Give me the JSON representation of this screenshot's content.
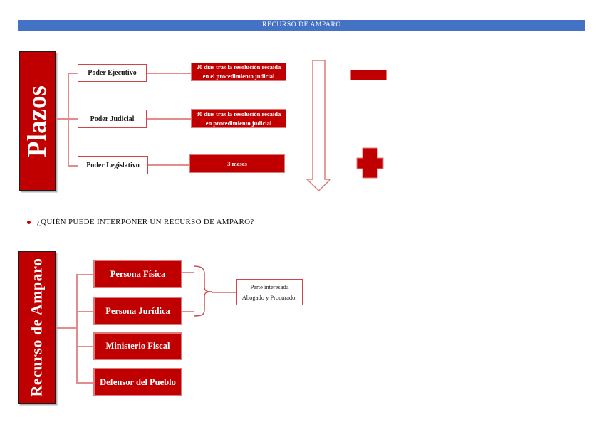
{
  "header": {
    "title": "RECURSO DE AMPARO"
  },
  "colors": {
    "blue": "#4472C4",
    "dark_red": "#C00000",
    "border_red": "#CE4549",
    "border_light": "#DD7B7B",
    "connector": "#E48B8B"
  },
  "plazos_diagram": {
    "root_label": "Plazos",
    "rows": [
      {
        "label": "Poder Ejecutivo",
        "value_line1": "20 días tras la resolución recaída",
        "value_line2": "en el procedimiento judicial"
      },
      {
        "label": "Poder Judicial",
        "value_line1": "30 días tras la resolución recaída",
        "value_line2": "en procedimiento judicial"
      },
      {
        "label": "Poder Legislativo",
        "value_line1": "3 meses",
        "value_line2": ""
      }
    ],
    "icons": [
      "down-arrow",
      "minus",
      "plus"
    ]
  },
  "question": {
    "text": "¿QUIÉN PUEDE INTERPONER UN RECURSO DE AMPARO?"
  },
  "amparo_diagram": {
    "root_label": "Recurso de Amparo",
    "items": [
      {
        "label": "Persona Física"
      },
      {
        "label": "Persona Jurídica"
      },
      {
        "label": "Ministerio Fiscal"
      },
      {
        "label": "Defensor del Pueblo"
      }
    ],
    "note": {
      "line1": "Parte interesada",
      "line2": "Abogado y Procurador"
    }
  }
}
